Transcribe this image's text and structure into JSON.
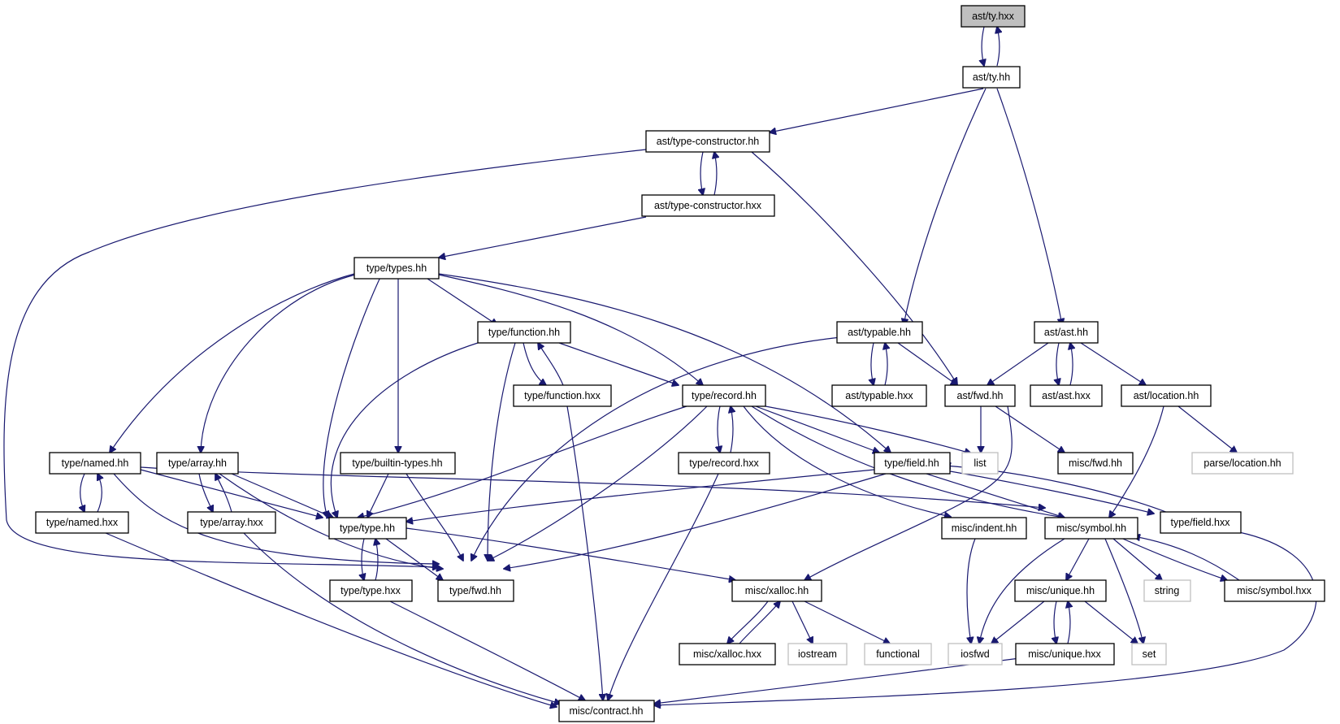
{
  "nodes": {
    "ast_ty_hxx": "ast/ty.hxx",
    "ast_ty_hh": "ast/ty.hh",
    "ast_type_constructor_hh": "ast/type-constructor.hh",
    "ast_type_constructor_hxx": "ast/type-constructor.hxx",
    "type_types_hh": "type/types.hh",
    "type_function_hh": "type/function.hh",
    "type_function_hxx": "type/function.hxx",
    "type_record_hh": "type/record.hh",
    "type_record_hxx": "type/record.hxx",
    "ast_typable_hh": "ast/typable.hh",
    "ast_typable_hxx": "ast/typable.hxx",
    "ast_fwd_hh": "ast/fwd.hh",
    "ast_ast_hh": "ast/ast.hh",
    "ast_ast_hxx": "ast/ast.hxx",
    "ast_location_hh": "ast/location.hh",
    "parse_location_hh": "parse/location.hh",
    "list": "list",
    "misc_fwd_hh": "misc/fwd.hh",
    "type_named_hh": "type/named.hh",
    "type_named_hxx": "type/named.hxx",
    "type_array_hh": "type/array.hh",
    "type_array_hxx": "type/array.hxx",
    "type_builtin_types_hh": "type/builtin-types.hh",
    "type_type_hh": "type/type.hh",
    "type_type_hxx": "type/type.hxx",
    "type_fwd_hh": "type/fwd.hh",
    "type_field_hh": "type/field.hh",
    "type_field_hxx": "type/field.hxx",
    "misc_indent_hh": "misc/indent.hh",
    "misc_symbol_hh": "misc/symbol.hh",
    "misc_symbol_hxx": "misc/symbol.hxx",
    "string": "string",
    "misc_xalloc_hh": "misc/xalloc.hh",
    "misc_xalloc_hxx": "misc/xalloc.hxx",
    "iostream": "iostream",
    "functional": "functional",
    "iosfwd": "iosfwd",
    "misc_unique_hh": "misc/unique.hh",
    "misc_unique_hxx": "misc/unique.hxx",
    "set": "set",
    "misc_contract_hh": "misc/contract.hh"
  },
  "colors": {
    "edge": "#191970",
    "root_fill": "#bfbfbf",
    "external_border": "#bfbfbf"
  }
}
